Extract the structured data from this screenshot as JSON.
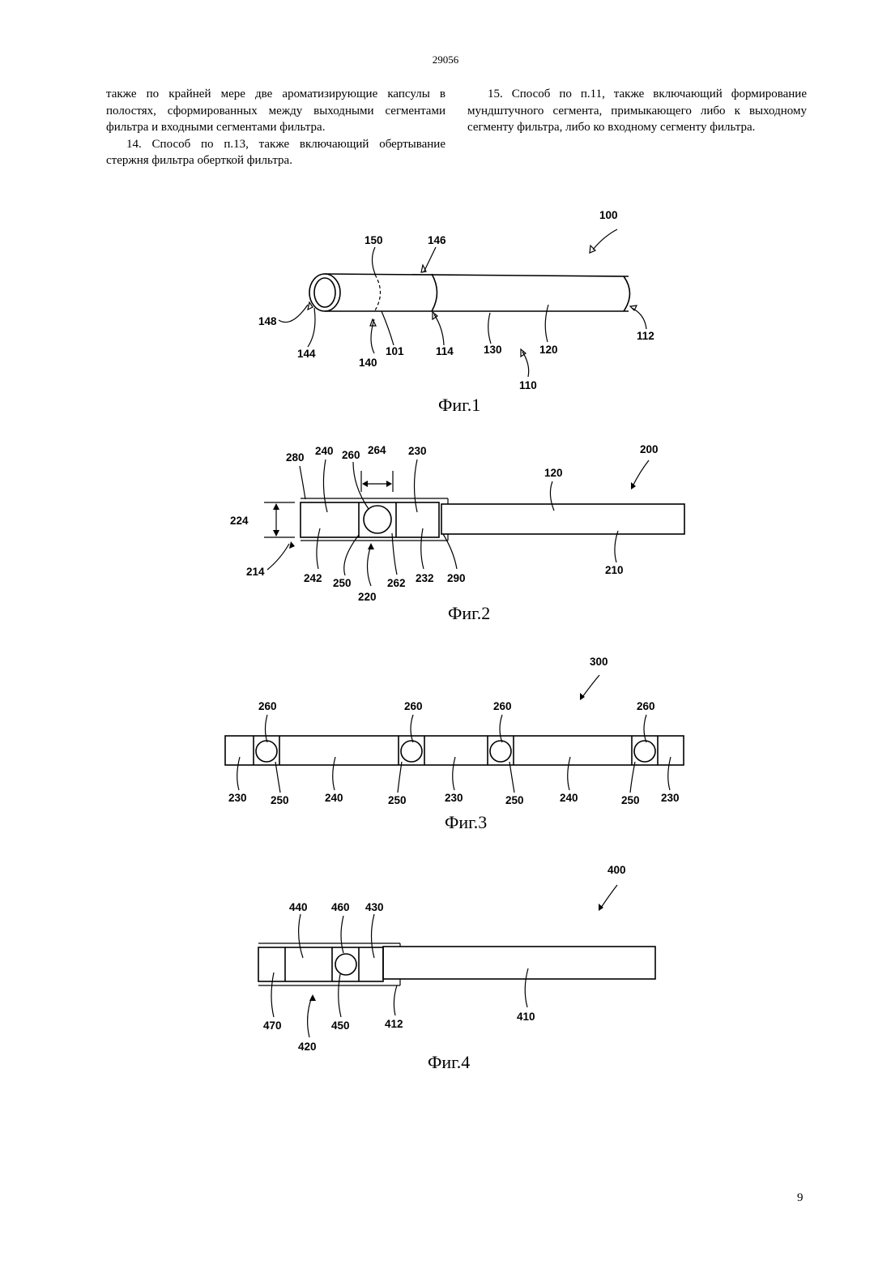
{
  "header": {
    "doc_number": "29056"
  },
  "columns": {
    "left": {
      "para1": "также по крайней мере две ароматизирующие капсулы в полостях, сформированных между выходными сегментами фильтра и входными сегментами фильтра.",
      "para2": "14. Способ по п.13, также включающий обертывание стержня фильтра оберткой фильтра."
    },
    "right": {
      "para1": "15. Способ по п.11, также включающий формирование мундштучного сегмента, примыкающего либо к выходному сегменту фильтра, либо ко входному сегменту фильтра."
    }
  },
  "figures": {
    "fig1": {
      "caption": "Фиг.1",
      "labels": {
        "l100": "100",
        "l150": "150",
        "l146": "146",
        "l148": "148",
        "l144": "144",
        "l140": "140",
        "l101": "101",
        "l114": "114",
        "l130": "130",
        "l120": "120",
        "l112": "112",
        "l110": "110"
      }
    },
    "fig2": {
      "caption": "Фиг.2",
      "labels": {
        "l280": "280",
        "l240": "240",
        "l260": "260",
        "l264": "264",
        "l230": "230",
        "l120": "120",
        "l200": "200",
        "l224": "224",
        "l214": "214",
        "l242": "242",
        "l250": "250",
        "l262": "262",
        "l232": "232",
        "l290": "290",
        "l220": "220",
        "l210": "210"
      }
    },
    "fig3": {
      "caption": "Фиг.3",
      "labels": {
        "l300": "300",
        "l260a": "260",
        "l260b": "260",
        "l260c": "260",
        "l260d": "260",
        "l230a": "230",
        "l250a": "250",
        "l240a": "240",
        "l250b": "250",
        "l230b": "230",
        "l250c": "250",
        "l240b": "240",
        "l250d": "250",
        "l230c": "230"
      }
    },
    "fig4": {
      "caption": "Фиг.4",
      "labels": {
        "l400": "400",
        "l440": "440",
        "l460": "460",
        "l430": "430",
        "l470": "470",
        "l420": "420",
        "l450": "450",
        "l412": "412",
        "l410": "410"
      }
    }
  },
  "footer": {
    "page_number": "9"
  }
}
